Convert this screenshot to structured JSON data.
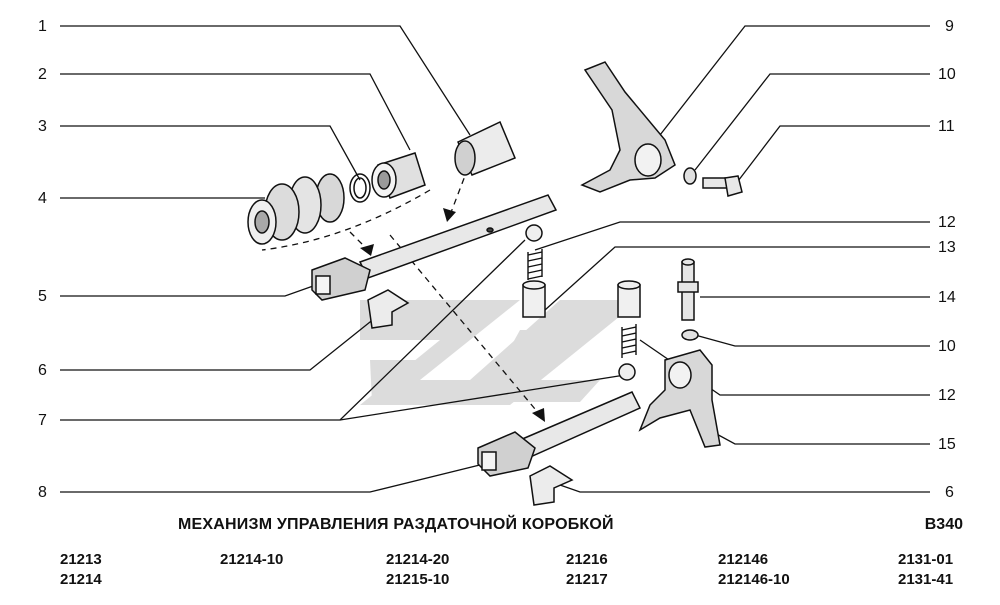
{
  "diagram": {
    "title": "МЕХАНИЗМ УПРАВЛЕНИЯ РАЗДАТОЧНОЙ КОРОБКОЙ",
    "code": "B340",
    "labels_left": [
      "1",
      "2",
      "3",
      "4",
      "5",
      "6",
      "7",
      "8"
    ],
    "labels_right": [
      "9",
      "10",
      "11",
      "12",
      "13",
      "14",
      "10",
      "12",
      "15",
      "6"
    ]
  },
  "models": [
    [
      "21213",
      "21214"
    ],
    [
      "21214-10"
    ],
    [
      "21214-20",
      "21215-10"
    ],
    [
      "21216",
      "21217"
    ],
    [
      "212146",
      "212146-10"
    ],
    [
      "2131-01",
      "2131-41"
    ]
  ],
  "colors": {
    "line": "#111111",
    "watermark": "#d7d7d7",
    "part_shade": "#c9c9c9",
    "part_light": "#eeeeee"
  }
}
